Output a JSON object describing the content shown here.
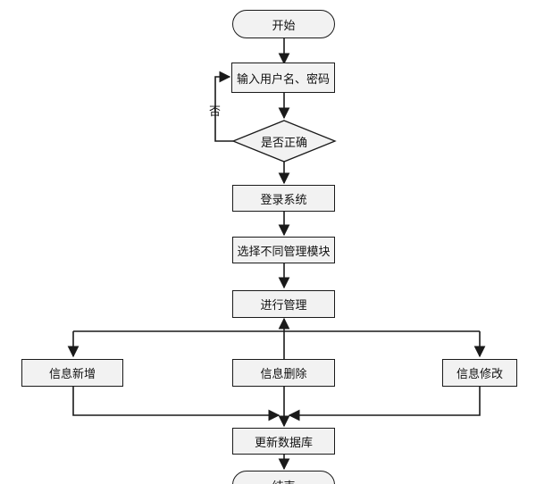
{
  "nodes": {
    "start": "开始",
    "input": "输入用户名、密码",
    "check": "是否正确",
    "login": "登录系统",
    "select": "选择不同管理模块",
    "manage": "进行管理",
    "add": "信息新增",
    "delete": "信息删除",
    "modify": "信息修改",
    "update": "更新数据库",
    "end": "结束"
  },
  "edges": {
    "no_label": "否"
  },
  "colors": {
    "box_fill": "#f2f2f2",
    "stroke": "#1a1a1a"
  }
}
